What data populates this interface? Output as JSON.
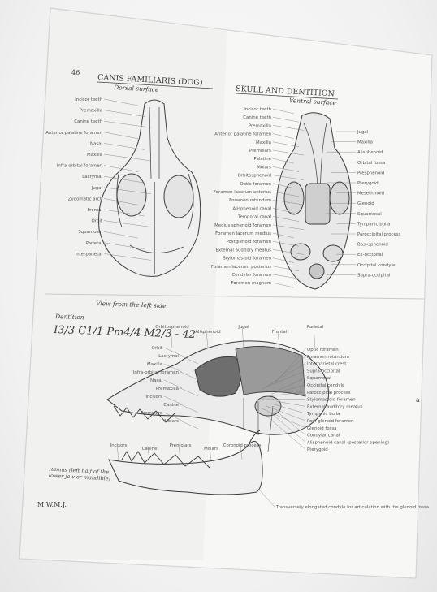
{
  "sheet": {
    "page_number": "46",
    "title_left": "CANIS FAMILIARIS (DOG)",
    "title_right": "SKULL AND DENTITION",
    "subtitle_dorsal": "Dorsal surface",
    "subtitle_ventral": "Ventral surface",
    "side_view_heading": "View from the left side",
    "dentition_label": "Dentition",
    "dental_formula": "I3/3 C1/1 Pm4/4 M2/3 - 42",
    "mandible_caption": "Ramus (left half of the lower jaw or mandible)",
    "signature": "M.W.M.J.",
    "margin_mark": "a"
  },
  "dorsal_labels": [
    "Incisor teeth",
    "Premaxilla",
    "Canine teeth",
    "Anterior palatine foramen",
    "Nasal",
    "Maxilla",
    "Infra-orbital foramen",
    "Lacrymal",
    "Jugal",
    "Zygomatic arch",
    "Frontal",
    "Orbit",
    "Squamosal",
    "Parietal",
    "Interparietal"
  ],
  "ventral_labels": [
    "Incisor teeth",
    "Canine teeth",
    "Premaxilla",
    "Anterior palatine foramen",
    "Maxilla",
    "Premolars",
    "Palatine",
    "Molars",
    "Orbitosphenoid",
    "Optic foramen",
    "Foramen lacerum anterius",
    "Foramen rotundum",
    "Alisphenoid canal",
    "Temporal canal",
    "Medius sphenoid foramen",
    "Foramen lacerum medius",
    "Postglenoid foramen",
    "External auditory meatus",
    "Stylomastoid foramen",
    "Foramen lacerum posterius",
    "Condylar foramen",
    "Foramen magnum",
    "Jugal",
    "Maxilla",
    "Alisphenoid",
    "Orbital fossa",
    "Presphenoid",
    "Pterygoid",
    "Mesethmoid",
    "Glenoid",
    "Squamosal",
    "Tympanic bulla",
    "Paroccipital process",
    "Basi-sphenoid",
    "Ex-occipital",
    "Occipital condyle",
    "Supra-occipital"
  ],
  "lateral_labels": [
    "Orbitosphenoid",
    "Alisphenoid",
    "Jugal",
    "Frontal",
    "Parietal",
    "Orbit",
    "Lacrymal",
    "Maxilla",
    "Infra-orbital foramen",
    "Nasal",
    "Premaxilla",
    "Incisors",
    "Canine",
    "Premolars",
    "Molars",
    "Optic foramen",
    "Foramen rotundum",
    "Interparietal crest",
    "Supra-occipital",
    "Squamosal",
    "Occipital condyle",
    "Paroccipital process",
    "Stylomastoid foramen",
    "External auditory meatus",
    "Tympanic bulla",
    "Post-glenoid foramen",
    "Glenoid fossa",
    "Condylar canal",
    "Alisphenoid canal (posterior opening)",
    "Pterygoid",
    "Coronoid process",
    "Molars",
    "Premolars",
    "Canine",
    "Incisors",
    "Transversely elongated condyle for articulation with the glenoid fossa"
  ]
}
